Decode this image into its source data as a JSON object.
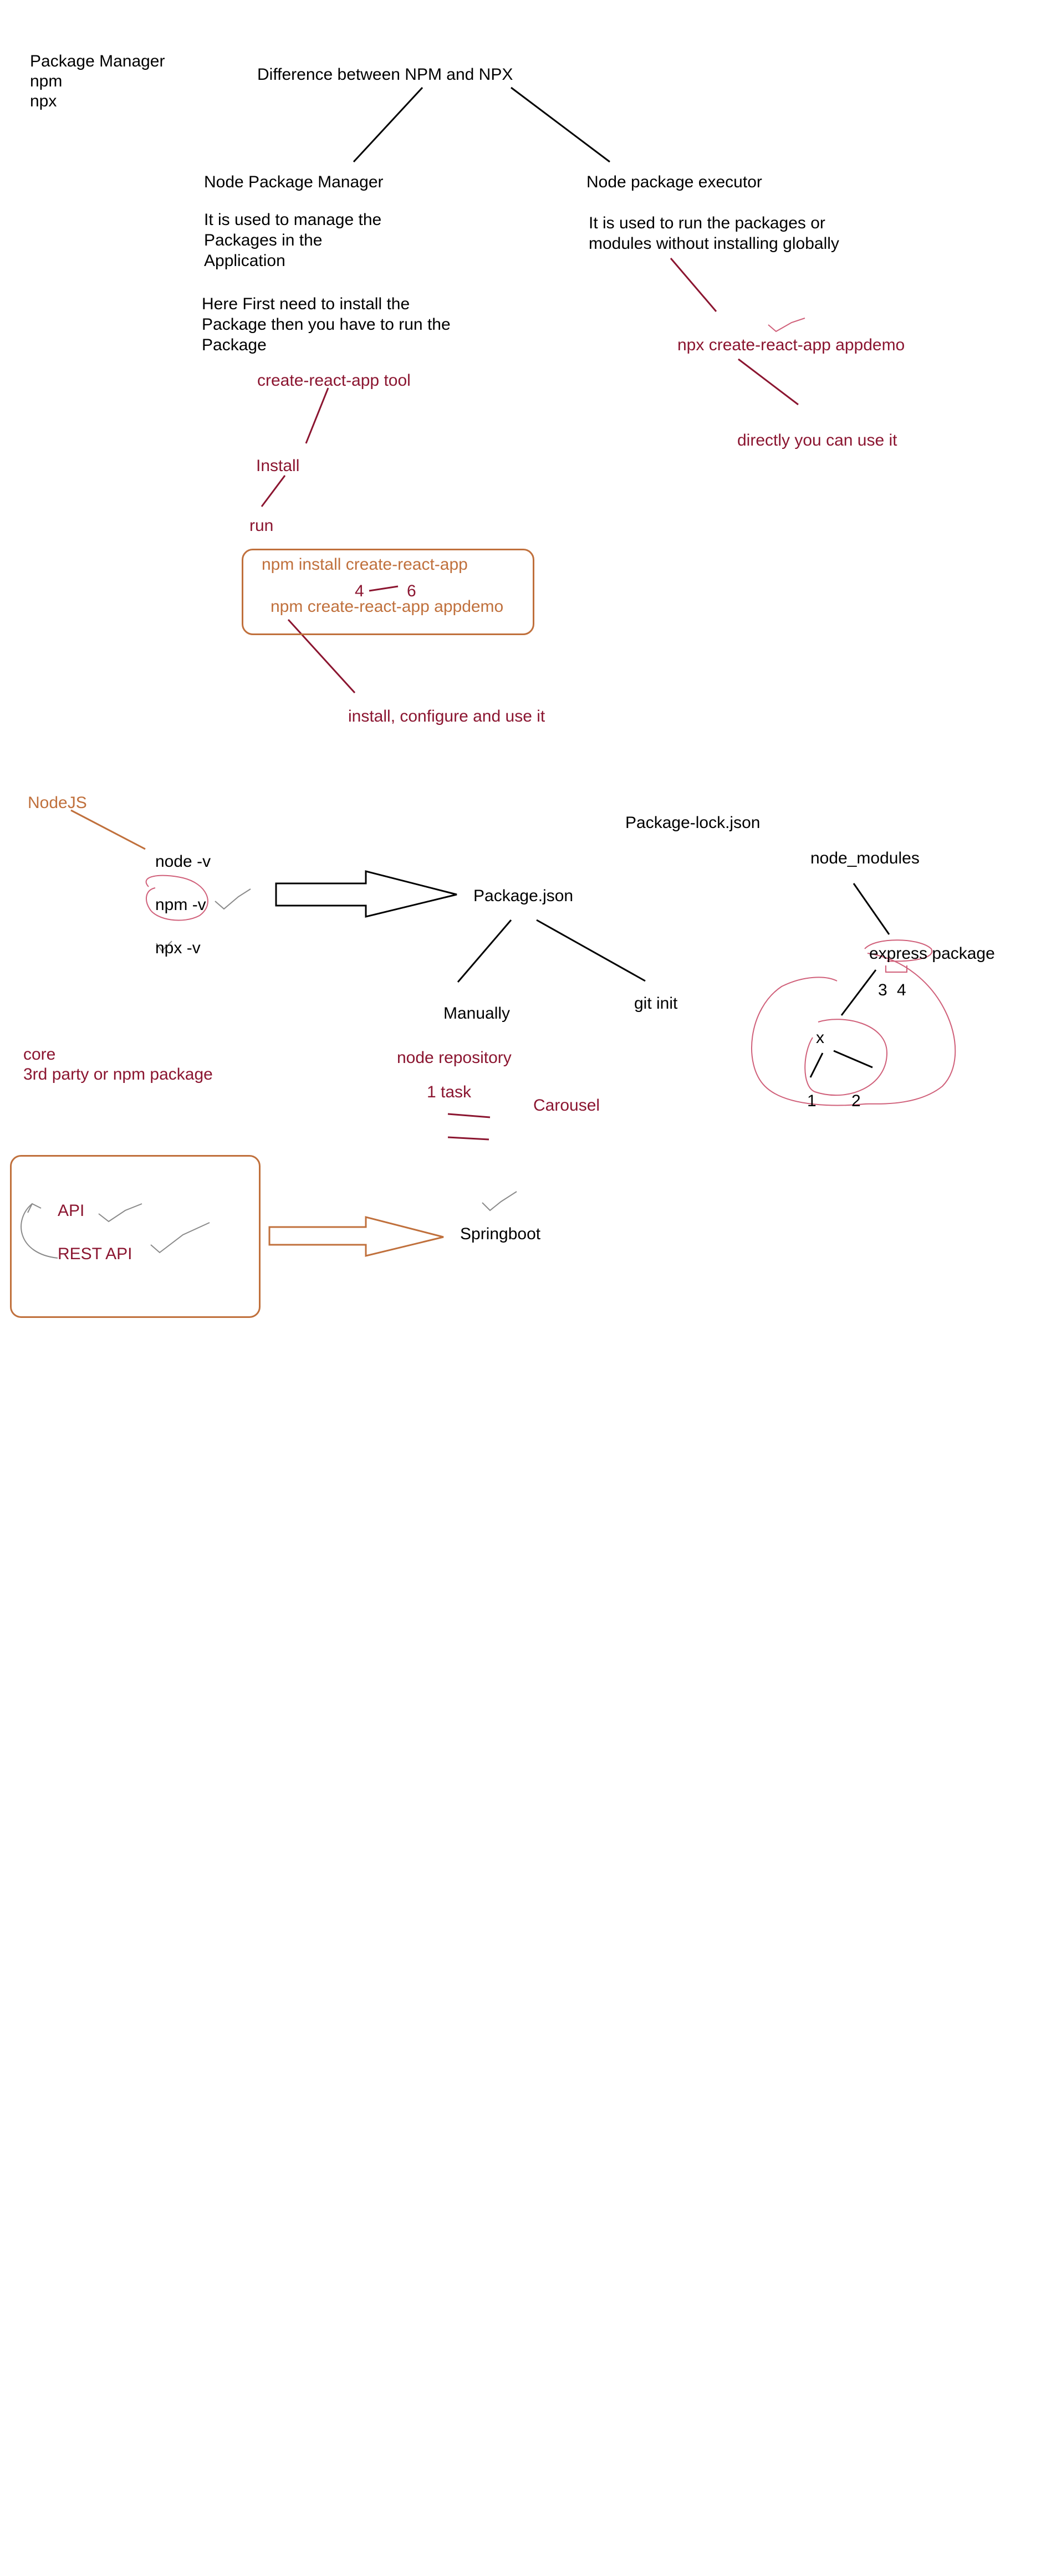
{
  "header": {
    "line1": "Package Manager",
    "line2": "npm",
    "line3": "npx"
  },
  "top": {
    "title": "Difference between NPM and NPX",
    "npm_heading": "Node Package Manager",
    "npm_desc": "It is used to manage the\nPackages in the\nApplication",
    "npm_note": "Here First need to install the\nPackage then you have to run the\nPackage",
    "cra_tool": "create-react-app tool",
    "install": "Install",
    "run": "run",
    "cmd_install": "npm install create-react-app",
    "cmd_numbers_4": "4",
    "cmd_numbers_6": "6",
    "cmd_run": "npm create-react-app appdemo",
    "install_note": "install, configure and use it",
    "npx_heading": "Node package executor",
    "npx_desc": "It is used to run the packages or\nmodules without installing globally",
    "npx_cmd": "npx create-react-app appdemo",
    "npx_note": "directly you can use it"
  },
  "middle": {
    "nodejs": "NodeJS",
    "node_v": "node -v",
    "npm_v": "npm -v",
    "npx_v": "npx -v",
    "package_json": "Package.json",
    "package_lock": "Package-lock.json",
    "node_modules": "node_modules",
    "express_package": "express package",
    "num_3": "3",
    "num_4": "4",
    "x_label": "x",
    "num_1": "1",
    "num_2": "2",
    "manually": "Manually",
    "git_init": "git init",
    "core": "core",
    "third_party": "3rd party or npm package",
    "node_repository": "node repository",
    "one_task": "1 task",
    "carousel": "Carousel"
  },
  "bottom": {
    "api": "API",
    "rest_api": "REST API",
    "springboot": "Springboot"
  },
  "colors": {
    "ink": "#000000",
    "red": "#8b1530",
    "orange": "#c0703c",
    "pink": "#d0607a",
    "gray": "#8a8a8a"
  }
}
